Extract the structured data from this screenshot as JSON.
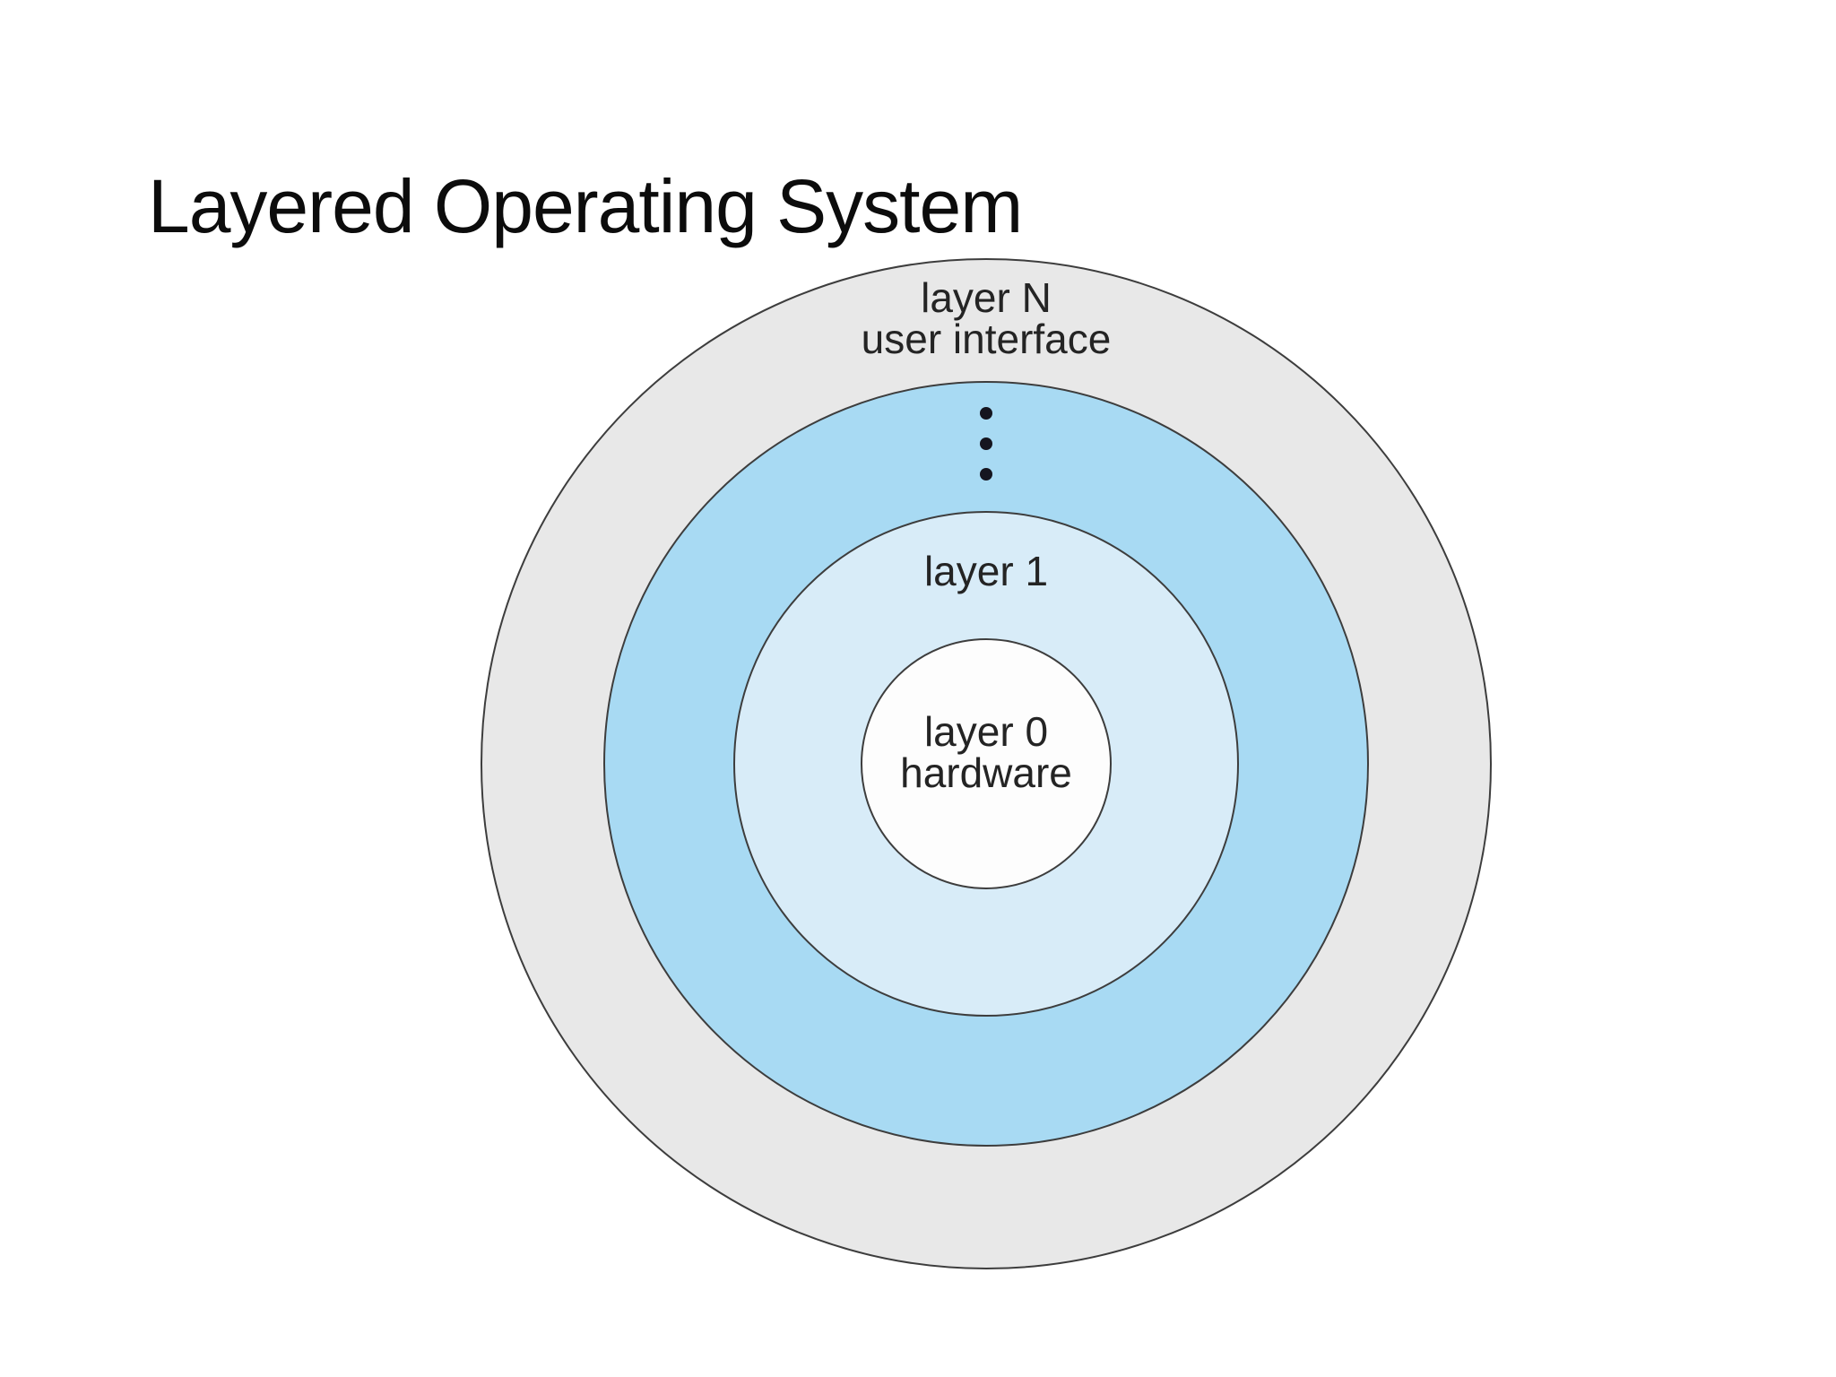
{
  "slide": {
    "title": "Layered Operating System",
    "background": "#ffffff",
    "title_color": "#0c0c0c"
  },
  "diagram": {
    "type": "concentric-layered-os-rings",
    "outline_color": "#3d3d3d",
    "label_text_color": "#242424",
    "rings": [
      {
        "id": "layer-n",
        "line1": "layer N",
        "line2": "user interface",
        "fill": "#e8e8e8"
      },
      {
        "id": "intermediate-layers",
        "dot_count": 3,
        "dot_color": "#15151f",
        "fill": "#a8daf3"
      },
      {
        "id": "layer-1",
        "line1": "layer 1",
        "fill": "#d8ecf8"
      },
      {
        "id": "layer-0",
        "line1": "layer 0",
        "line2": "hardware",
        "fill": "#fdfdfd"
      }
    ]
  }
}
